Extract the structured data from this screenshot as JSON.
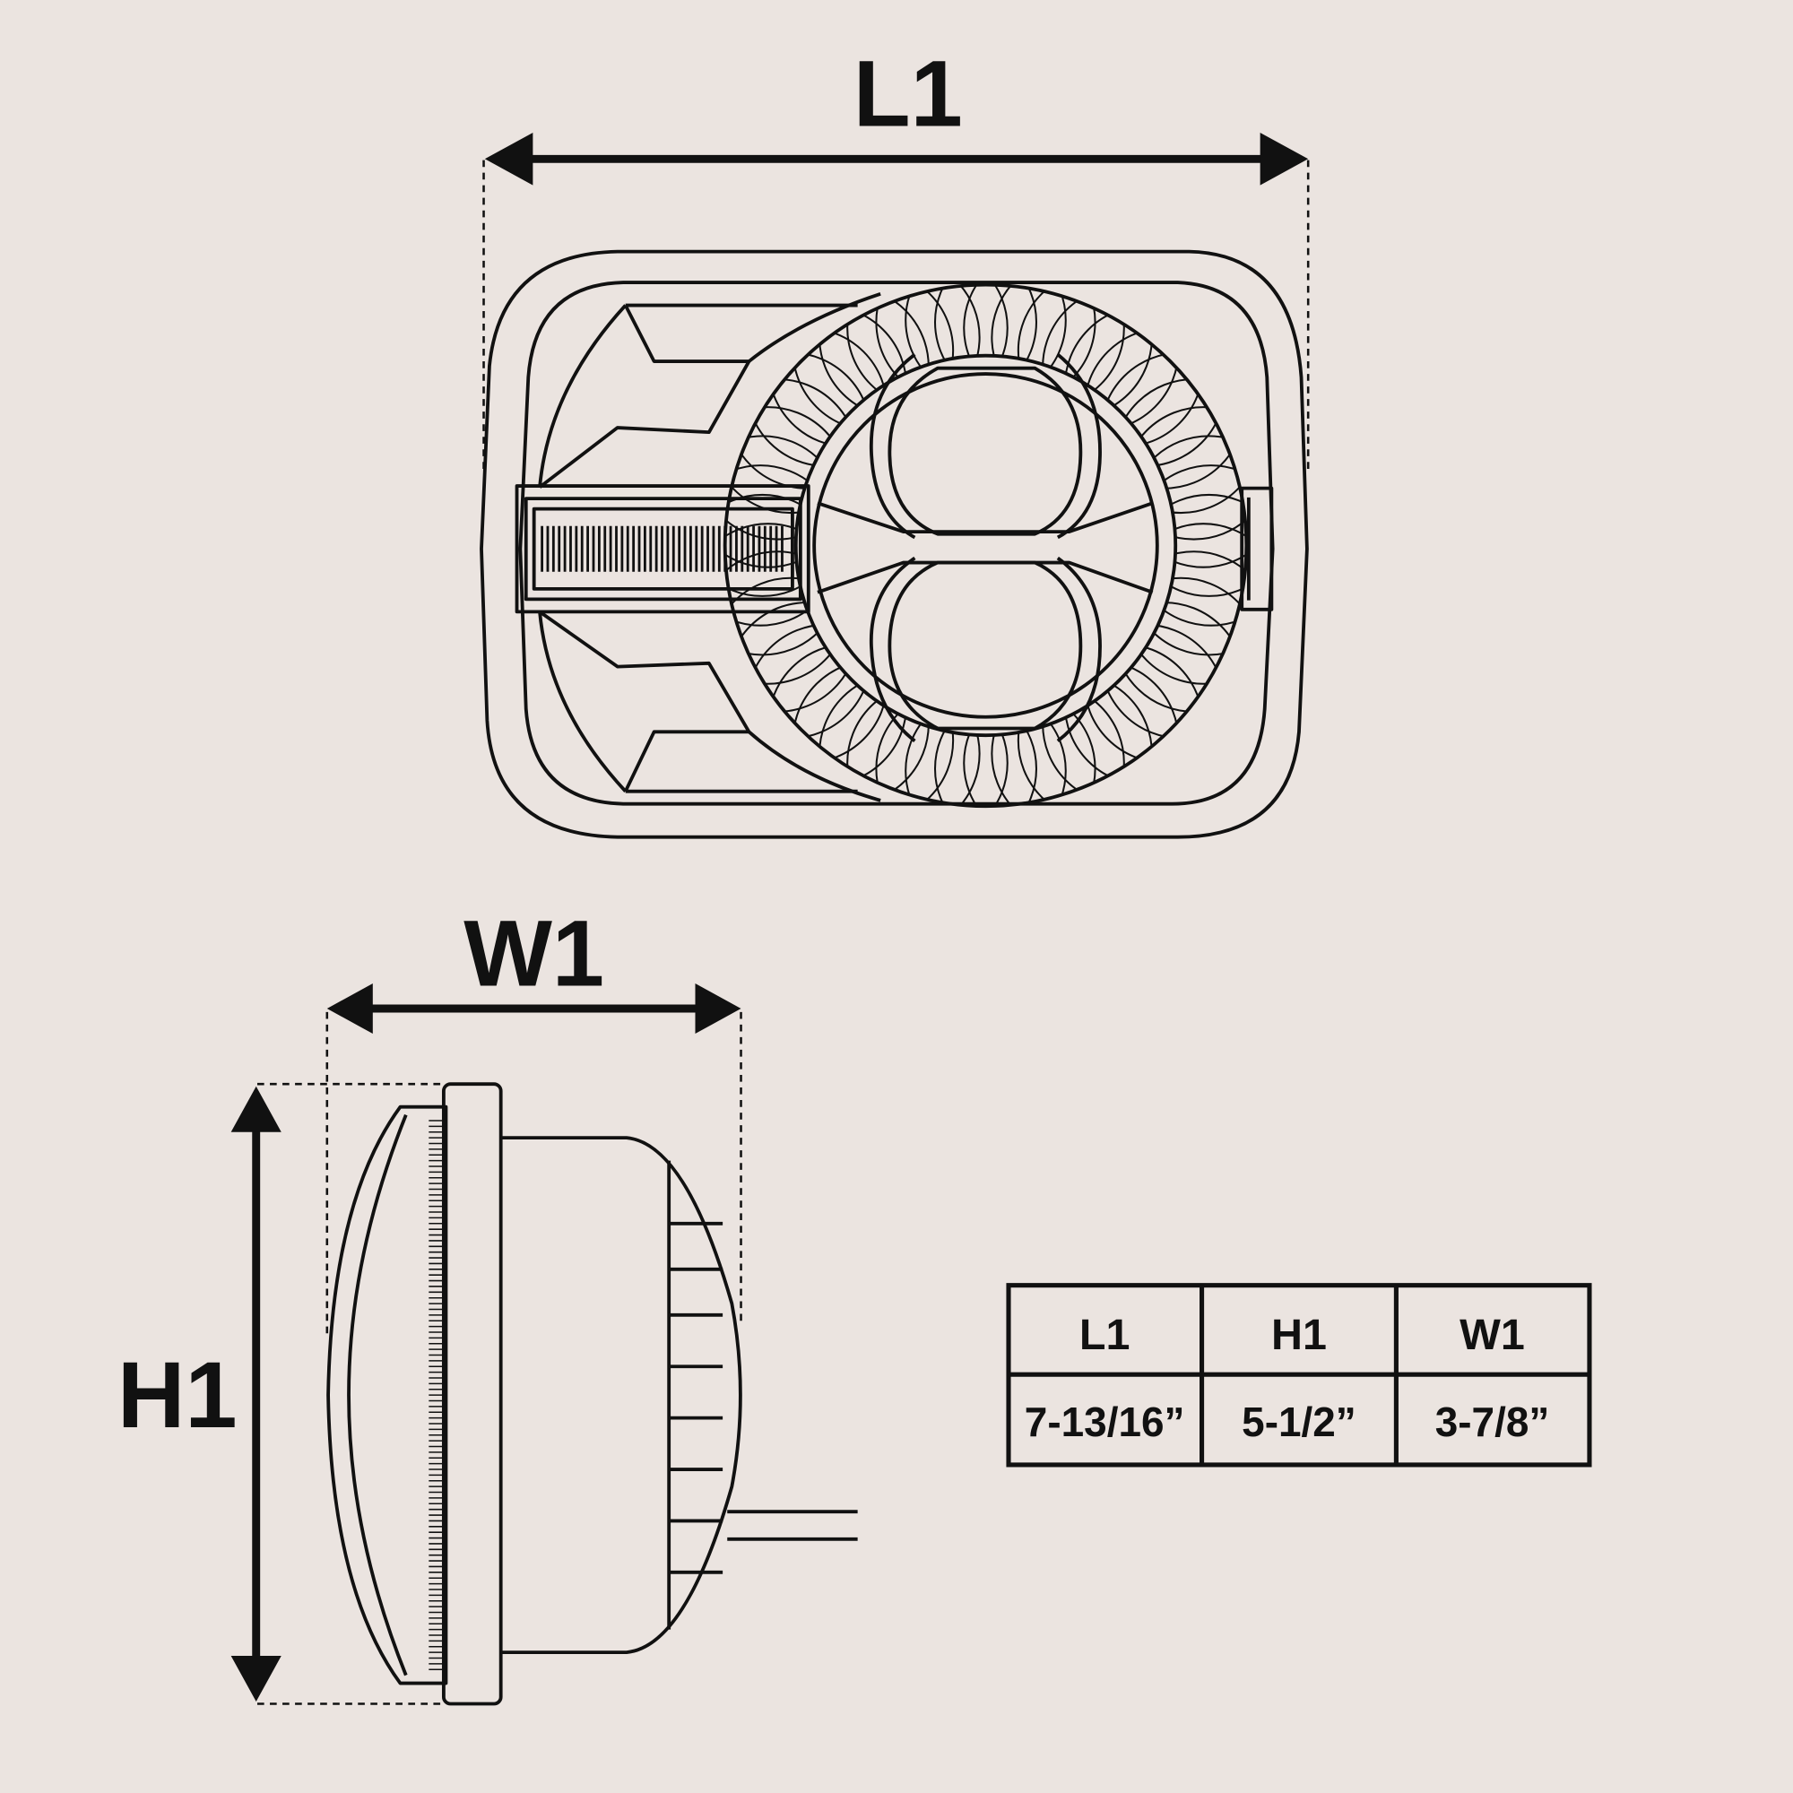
{
  "dimensions": {
    "length_label": "L1",
    "width_label": "W1",
    "height_label": "H1"
  },
  "table": {
    "headers": [
      "L1",
      "H1",
      "W1"
    ],
    "values": [
      "7-13/16”",
      "5-1/2”",
      "3-7/8”"
    ]
  },
  "colors": {
    "background": "#ebe4e0",
    "line": "#111111"
  }
}
